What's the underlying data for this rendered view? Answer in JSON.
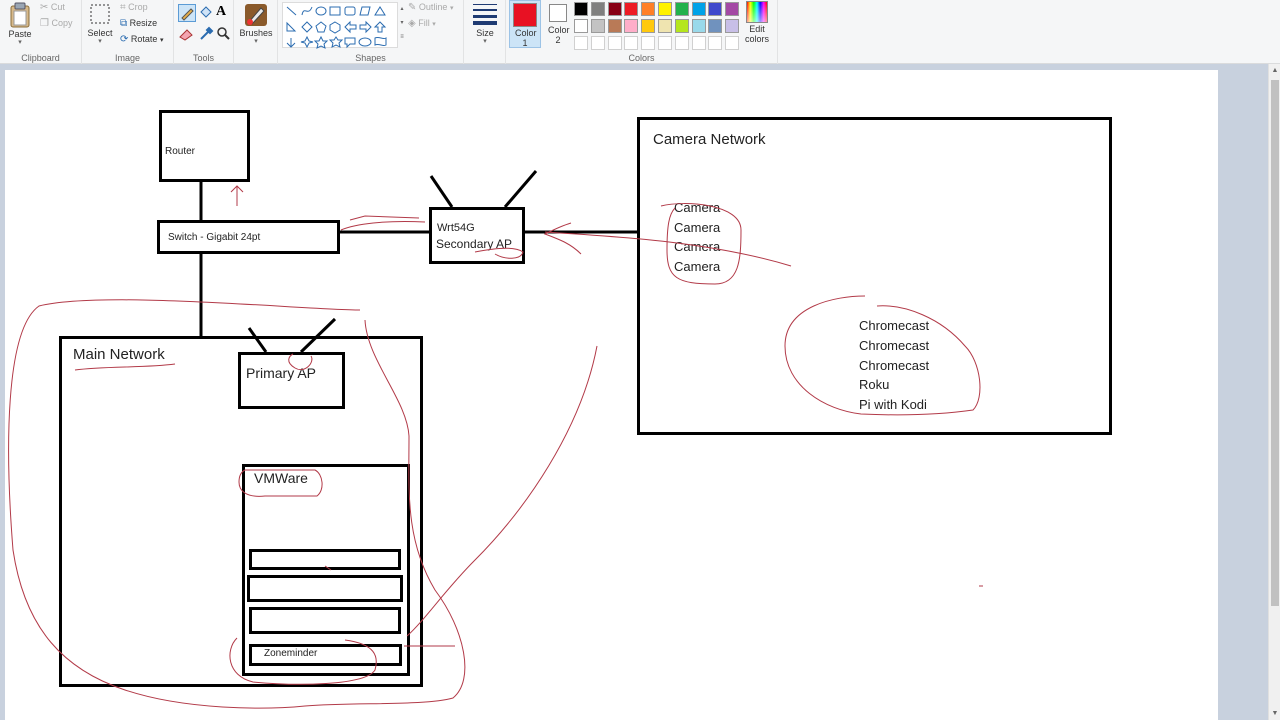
{
  "ribbon": {
    "clipboard": {
      "paste": "Paste",
      "cut": "Cut",
      "copy": "Copy",
      "label": "Clipboard"
    },
    "image": {
      "select": "Select",
      "crop": "Crop",
      "resize": "Resize",
      "rotate": "Rotate",
      "label": "Image"
    },
    "tools": {
      "label": "Tools"
    },
    "brushes": {
      "label": "Brushes"
    },
    "shapes": {
      "outline": "Outline",
      "fill": "Fill",
      "label": "Shapes"
    },
    "size": {
      "label": "Size"
    },
    "colors": {
      "color1": "Color 1",
      "color2": "Color 2",
      "edit": "Edit colors",
      "label": "Colors",
      "color1_value": "#e81123",
      "color2_value": "#ffffff",
      "palette_row1": [
        "#000000",
        "#7f7f7f",
        "#880015",
        "#ed1c24",
        "#ff7f27",
        "#fff200",
        "#22b14c",
        "#00a2e8",
        "#3f48cc",
        "#a349a4"
      ],
      "palette_row2": [
        "#ffffff",
        "#c3c3c3",
        "#b97a57",
        "#ffaec9",
        "#ffc90e",
        "#efe4b0",
        "#b5e61d",
        "#99d9ea",
        "#7092be",
        "#c8bfe7"
      ]
    }
  },
  "diagram": {
    "router": "Router",
    "switch": "Switch - Gigabit 24pt",
    "secondary_ap_line1": "Wrt54G",
    "secondary_ap_line2": "Secondary AP",
    "camera_network": "Camera Network",
    "cameras": [
      "Camera",
      "Camera",
      "Camera",
      "Camera"
    ],
    "media_devices": [
      "Chromecast",
      "Chromecast",
      "Chromecast",
      "Roku",
      "Pi with Kodi"
    ],
    "main_network": "Main Network",
    "primary_ap": "Primary AP",
    "vmware": "VMWare",
    "zoneminder": "Zoneminder"
  }
}
